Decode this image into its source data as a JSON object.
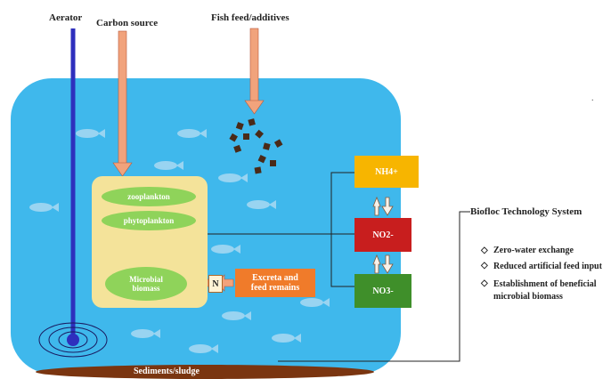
{
  "labels": {
    "aerator": "Aerator",
    "carbon_source": "Carbon source",
    "fish_feed": "Fish feed/additives",
    "sediments": "Sediments/sludge",
    "biofloc_system": "Biofloc Technology System"
  },
  "panel": {
    "zooplankton": "zooplankton",
    "phytoplankton": "phytoplankton",
    "microbial_biomass_line1": "Microbial",
    "microbial_biomass_line2": "biomass",
    "n_label": "N",
    "excreta_line1": "Excreta and",
    "excreta_line2": "feed remains"
  },
  "nitrogen": {
    "nh4": "NH4+",
    "no2": "NO2-",
    "no3": "NO3-"
  },
  "benefits": [
    "Zero-water exchange",
    "Reduced artificial feed input",
    "Establishment of beneficial microbial biomass"
  ],
  "colors": {
    "water": "#3fb8ec",
    "sludge": "#7a3510",
    "panel": "#f4e39a",
    "oval": "#8fd35a",
    "excreta_box": "#f07b2a",
    "nh4_box": "#f7b500",
    "no2_box": "#c81e1e",
    "no3_box": "#3f8f2a",
    "arrow": "#f1a37c",
    "aerator": "#2e2fbd"
  },
  "icons": [
    "aerator-pipe-icon",
    "fish-icon",
    "feed-pellet-icon",
    "arrow-down-icon",
    "double-arrow-icon",
    "bullet-diamond-icon"
  ]
}
